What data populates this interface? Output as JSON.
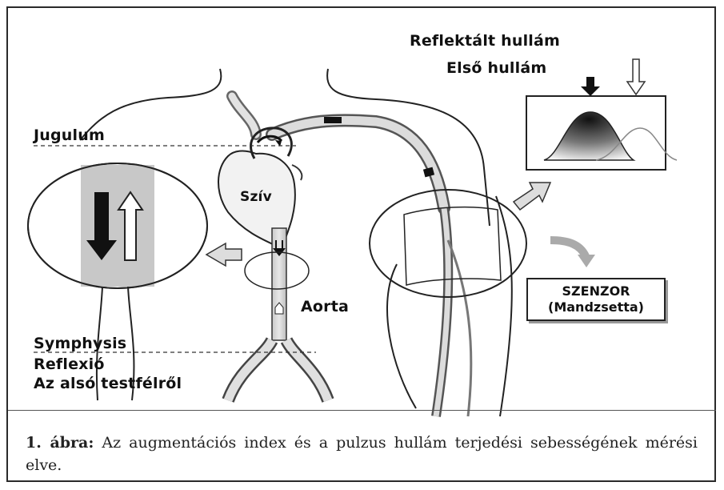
{
  "labels": {
    "reflected_wave": "Reflektált hullám",
    "first_wave": "Első hullám",
    "jugulum": "Jugulum",
    "heart": "Szív",
    "aorta": "Aorta",
    "symphysis": "Symphysis",
    "reflexio": "Reflexió",
    "lower_body": "Az alsó testfélről"
  },
  "sensor": {
    "line1": "SZENZOR",
    "line2": "(Mandzsetta)"
  },
  "caption": {
    "number": "1. ábra:",
    "text": " Az augmentációs index és a pulzus hullám terjedési sebességének mérési elve."
  }
}
